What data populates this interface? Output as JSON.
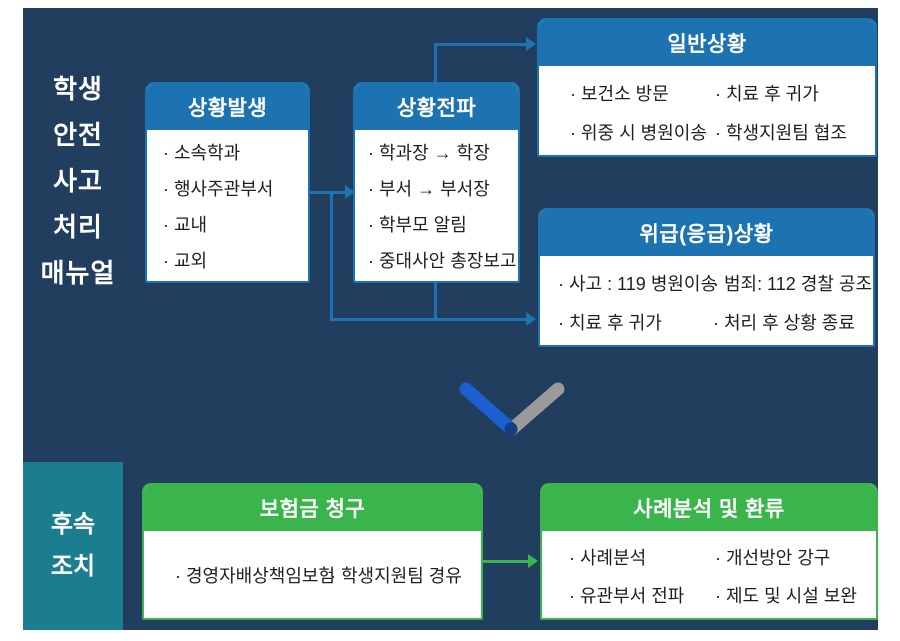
{
  "colors": {
    "page_background": "#ffffff",
    "panel_navy": "#223e5e",
    "header_blue": "#1d73b1",
    "connector_blue": "#1c74b4",
    "green": "#3ab54c",
    "teal": "#1b7e8e",
    "check_blue": "#1b5fd1",
    "check_gray": "#9a9a9c"
  },
  "sidebar": {
    "lines": [
      "학생",
      "안전",
      "사고",
      "처리",
      "매뉴얼"
    ]
  },
  "flow": {
    "occurrence": {
      "title": "상황발생",
      "items": [
        "· 소속학과",
        "· 행사주관부서",
        "· 교내",
        "· 교외"
      ]
    },
    "spread": {
      "title": "상황전파",
      "items": [
        "· 학과장 → 학장",
        "· 부서 → 부서장",
        "· 학부모 알림",
        "· 중대사안 총장보고"
      ]
    },
    "general": {
      "title": "일반상황",
      "items": [
        "· 보건소 방문",
        "· 치료 후 귀가",
        "· 위중 시 병원이송",
        "· 학생지원팀 협조"
      ]
    },
    "emergency": {
      "title": "위급(응급)상황",
      "items": [
        "· 사고 : 119 병원이송",
        "· 범죄: 112 경찰 공조",
        "· 치료 후 귀가",
        "· 처리 후 상황 종료"
      ]
    }
  },
  "followup": {
    "label_lines": [
      "후속",
      "조치"
    ],
    "insurance": {
      "title": "보험금 청구",
      "items": [
        "· 경영자배상책임보험",
        "· 학생지원팀 경유"
      ]
    },
    "analysis": {
      "title": "사례분석 및 환류",
      "items": [
        "· 사례분석",
        "· 개선방안 강구",
        "· 유관부서 전파",
        "· 제도 및 시설 보완"
      ]
    }
  }
}
